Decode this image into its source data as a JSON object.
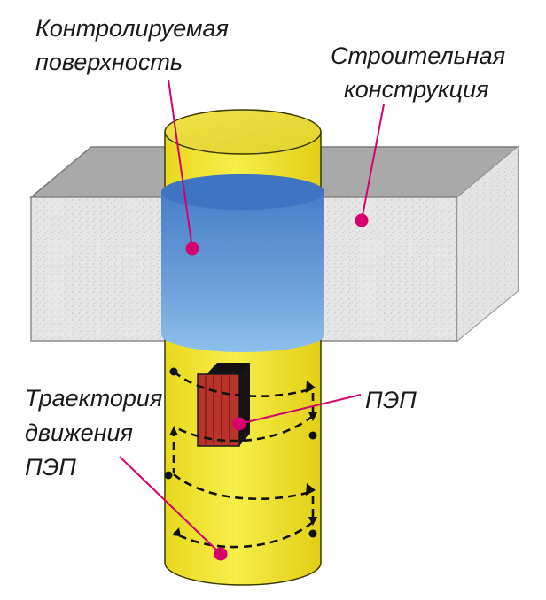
{
  "labels": {
    "surface_line1": "Контролируемая",
    "surface_line2": "поверхность",
    "structure_line1": "Строительная",
    "structure_line2": "конструкция",
    "trajectory_line1": "Траектория",
    "trajectory_line2": "движения",
    "trajectory_line3": "ПЭП",
    "transducer": "ПЭП"
  },
  "colors": {
    "column_yellow": "#f2e52c",
    "surface_blue": "#4a86c8",
    "concrete_gray": "#e4e4e4",
    "concrete_top": "#a8a8a8",
    "transducer_red": "#c0392b",
    "marker_magenta": "#d6006f",
    "path_black": "#111111"
  }
}
